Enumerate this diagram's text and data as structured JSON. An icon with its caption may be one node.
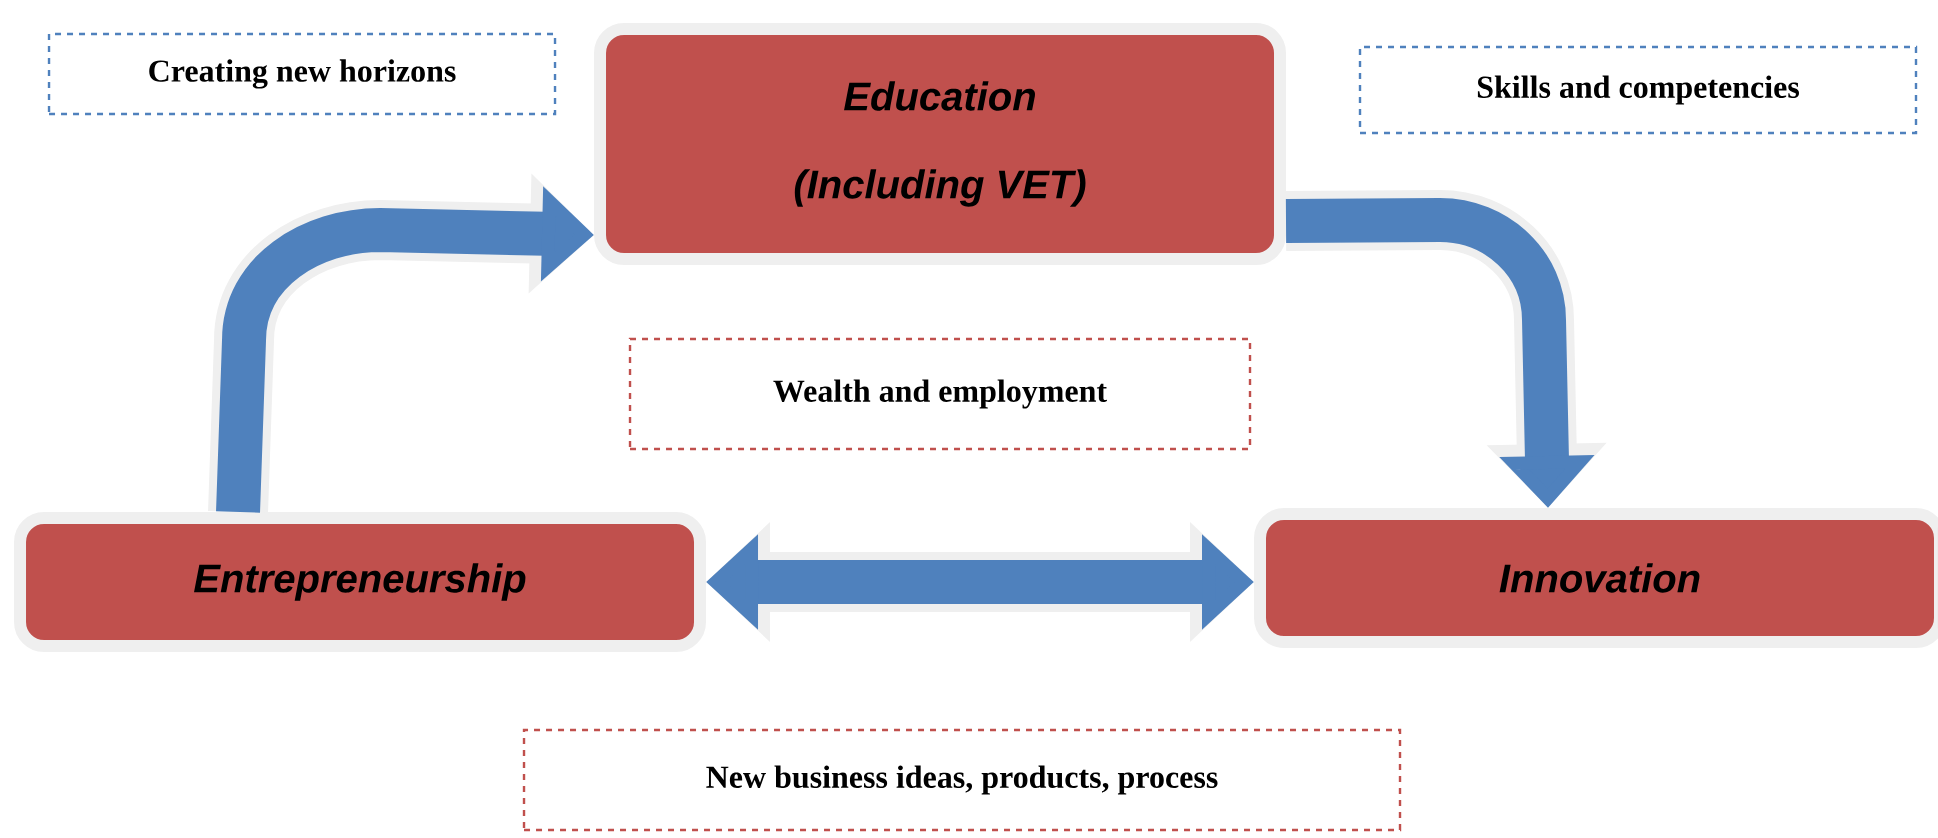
{
  "diagram": {
    "nodes": [
      {
        "text": [
          "Education",
          "(Including VET)"
        ]
      },
      {
        "text": [
          "Innovation"
        ]
      },
      {
        "text": [
          "Entrepreneurship"
        ]
      },
      {
        "text": [
          "Creating new horizons"
        ]
      },
      {
        "text": [
          "Skills and competencies"
        ]
      },
      {
        "text": [
          "Wealth and employment"
        ]
      },
      {
        "text": [
          "New business ideas, products, process"
        ]
      }
    ],
    "edges": [
      {
        "from": 2,
        "to": 0,
        "arrow": "to"
      },
      {
        "from": 0,
        "to": 1,
        "arrow": "to"
      },
      {
        "from": 2,
        "to": 1,
        "arrow": "both"
      }
    ]
  }
}
